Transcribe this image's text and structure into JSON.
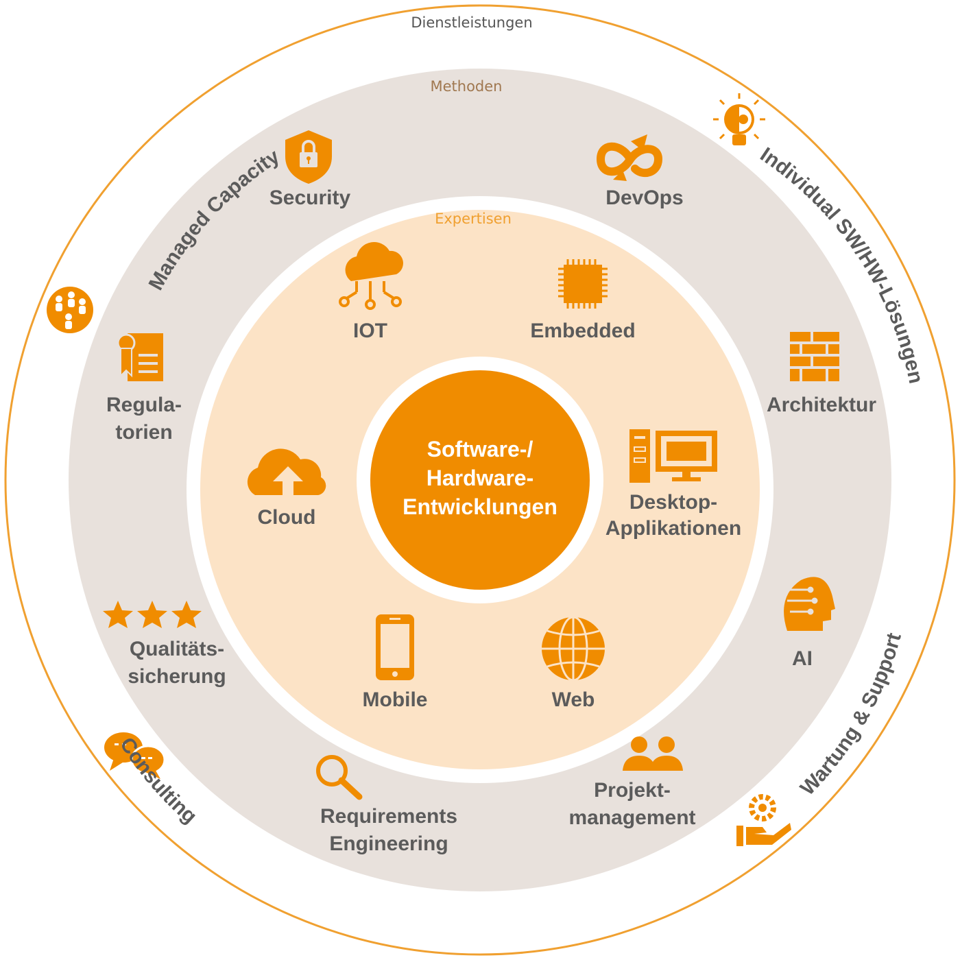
{
  "colors": {
    "accent": "#f08c00",
    "outer_ring_stroke": "#f0a030",
    "methods_ring": "#e8e1dc",
    "expertise_fill": "#fce3c6",
    "label_text": "#5b5b5b",
    "expertise_title": "#f0a030",
    "methods_title": "#a07850",
    "services_title": "#555555"
  },
  "rings": {
    "services_title": "Dienstleistungen",
    "methods_title": "Methoden",
    "expertise_title": "Expertisen"
  },
  "center": {
    "line1": "Software-/",
    "line2": "Hardware-",
    "line3": "Entwicklungen"
  },
  "expertise": {
    "iot": {
      "label": "IOT",
      "icon": "cloud-network-icon"
    },
    "embedded": {
      "label": "Embedded",
      "icon": "chip-icon"
    },
    "cloud": {
      "label": "Cloud",
      "icon": "cloud-upload-icon"
    },
    "desktop": {
      "line1": "Desktop-",
      "line2": "Applikationen",
      "icon": "desktop-computer-icon"
    },
    "mobile": {
      "label": "Mobile",
      "icon": "smartphone-icon"
    },
    "web": {
      "label": "Web",
      "icon": "globe-icon"
    }
  },
  "methods": {
    "security": {
      "label": "Security",
      "icon": "shield-lock-icon"
    },
    "devops": {
      "label": "DevOps",
      "icon": "infinity-loop-icon"
    },
    "regulatorien": {
      "line1": "Regula-",
      "line2": "torien",
      "icon": "certificate-icon"
    },
    "architektur": {
      "label": "Architektur",
      "icon": "brick-wall-icon"
    },
    "qualitaet": {
      "line1": "Qualitäts-",
      "line2": "sicherung",
      "icon": "stars-icon"
    },
    "ai": {
      "label": "AI",
      "icon": "brain-head-icon"
    },
    "requirements": {
      "line1": "Requirements",
      "line2": "Engineering",
      "icon": "magnifier-icon"
    },
    "projekt": {
      "line1": "Projekt-",
      "line2": "management",
      "icon": "people-icon"
    }
  },
  "services": {
    "managed_capacity": {
      "label": "Managed Capacity",
      "icon": "team-circle-icon"
    },
    "individual": {
      "label": "Individual SW/HW-Lösungen",
      "icon": "lightbulb-gear-icon"
    },
    "wartung": {
      "label": "Wartung & Support",
      "icon": "hand-gear-icon"
    },
    "consulting": {
      "label": "Consulting",
      "icon": "speech-bubbles-icon"
    }
  }
}
